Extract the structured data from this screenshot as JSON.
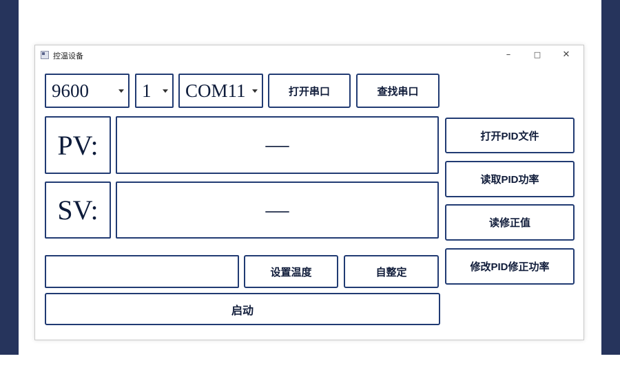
{
  "colors": {
    "accent_border": "#203a72",
    "desktop_edge": "#26345c",
    "text": "#0d1b3a"
  },
  "window": {
    "title": "控温设备",
    "controls": {
      "minimize": "–",
      "maximize": "□",
      "close": "✕"
    }
  },
  "toolbar": {
    "baud_select": {
      "value": "9600"
    },
    "address_select": {
      "value": "1"
    },
    "port_select": {
      "value": "COM11"
    },
    "open_port_button": "打开串口",
    "find_port_button": "查找串口"
  },
  "readouts": {
    "pv_label": "PV:",
    "pv_value": "—",
    "sv_label": "SV:",
    "sv_value": "—"
  },
  "side_buttons": [
    {
      "label": "打开PID文件"
    },
    {
      "label": "读取PID功率"
    },
    {
      "label": "读修正值"
    },
    {
      "label": "修改PID修正功率"
    }
  ],
  "bottom": {
    "temp_input": {
      "value": "",
      "placeholder": ""
    },
    "set_temp_button": "设置温度",
    "autotune_button": "自整定",
    "start_button": "启动"
  }
}
